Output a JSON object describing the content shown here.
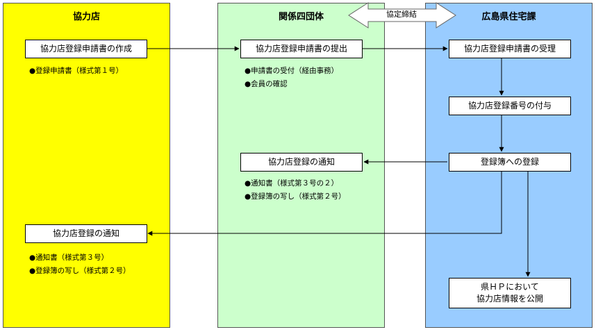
{
  "lanes": {
    "partner": "協力店",
    "groups": "関係四団体",
    "prefecture": "広島県住宅課"
  },
  "agreement_label": "協定締結",
  "boxes": {
    "create": "協力店登録申請書の作成",
    "submit": "協力店登録申請書の提出",
    "receive": "協力店登録申請書の受理",
    "number": "協力店登録番号の付与",
    "register": "登録簿への登録",
    "notify_groups": "協力店登録の通知",
    "notify_partner": "協力店登録の通知",
    "publish_line1": "県ＨＰにおいて",
    "publish_line2": "協力店情報を公開"
  },
  "notes": {
    "create": [
      "登録申請書（様式第１号）"
    ],
    "submit": [
      "申請書の受付（経由事務）",
      "会員の確認"
    ],
    "notify_groups": [
      "通知書（様式第３号の２）",
      "登録簿の写し（様式第２号）"
    ],
    "notify_partner": [
      "通知書（様式第３号）",
      "登録簿の写し（様式第２号）"
    ]
  }
}
